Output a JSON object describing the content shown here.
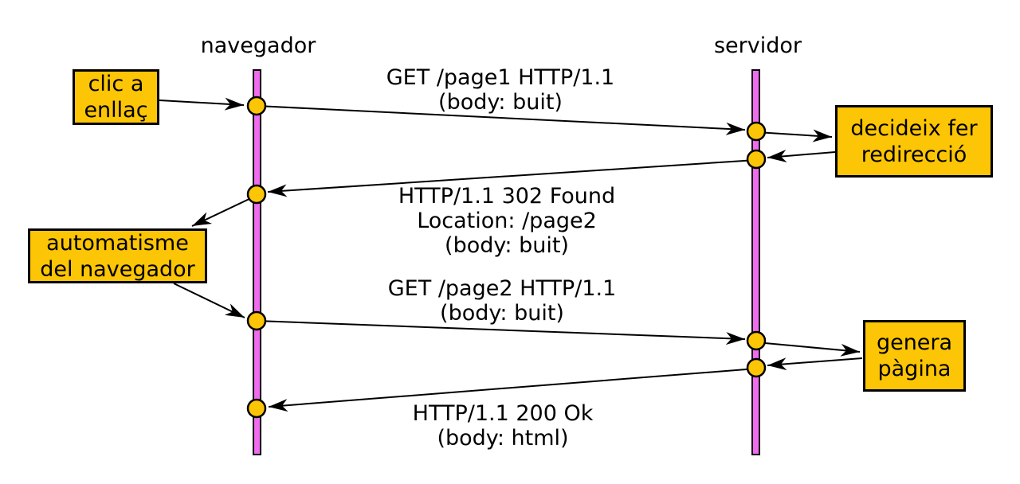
{
  "actors": [
    {
      "label": "navegador"
    },
    {
      "label": "servidor"
    }
  ],
  "messages": [
    {
      "from": "navegador",
      "to": "servidor",
      "line1": "GET /page1 HTTP/1.1",
      "line2": "(body: buit)"
    },
    {
      "from": "servidor",
      "to": "navegador",
      "line1": "HTTP/1.1 302 Found",
      "line2": "Location: /page2",
      "line3": "(body: buit)"
    },
    {
      "from": "navegador",
      "to": "servidor",
      "line1": "GET /page2 HTTP/1.1",
      "line2": "(body: buit)"
    },
    {
      "from": "servidor",
      "to": "navegador",
      "line1": "HTTP/1.1 200 Ok",
      "line2": "(body: html)"
    }
  ],
  "notes": [
    {
      "attached_to": "navegador",
      "line1": "clic a",
      "line2": "enllaç"
    },
    {
      "attached_to": "navegador",
      "line1": "automatisme",
      "line2": "del navegador"
    },
    {
      "attached_to": "servidor",
      "line1": "decideix fer",
      "line2": "redirecció"
    },
    {
      "attached_to": "servidor",
      "line1": "genera",
      "line2": "pàgina"
    }
  ],
  "colors": {
    "lifeline_fill": "#EF6CEF",
    "activation_dot_fill": "#FCC505",
    "note_fill": "#FCC505",
    "stroke": "#000000",
    "background": "#FFFFFF"
  }
}
